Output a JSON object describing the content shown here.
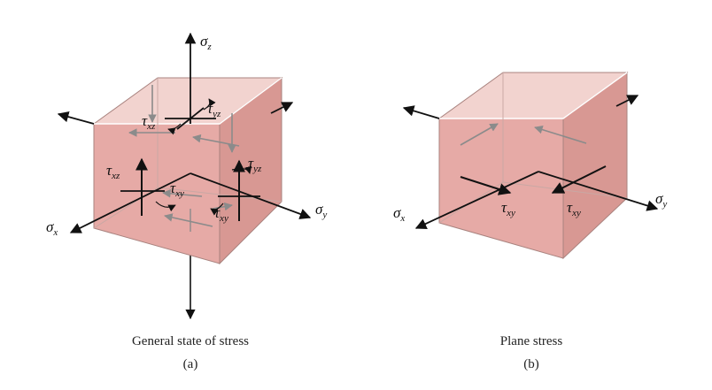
{
  "panel_a": {
    "caption": "General state of stress",
    "label": "(a)",
    "symbols": {
      "sigma_z": {
        "main": "σ",
        "sub": "z"
      },
      "sigma_y": {
        "main": "σ",
        "sub": "y"
      },
      "sigma_x": {
        "main": "σ",
        "sub": "x"
      },
      "tau_xz_top": {
        "main": "τ",
        "sub": "xz"
      },
      "tau_yz_top": {
        "main": "τ",
        "sub": "yz"
      },
      "tau_xz_front": {
        "main": "τ",
        "sub": "xz"
      },
      "tau_yz_right": {
        "main": "τ",
        "sub": "yz"
      },
      "tau_xy_front": {
        "main": "τ",
        "sub": "xy"
      },
      "tau_xy_right": {
        "main": "τ",
        "sub": "xy"
      }
    }
  },
  "panel_b": {
    "caption": "Plane stress",
    "label": "(b)",
    "symbols": {
      "sigma_x": {
        "main": "σ",
        "sub": "x"
      },
      "sigma_y": {
        "main": "σ",
        "sub": "y"
      },
      "tau_xy_front": {
        "main": "τ",
        "sub": "xy"
      },
      "tau_xy_right": {
        "main": "τ",
        "sub": "xy"
      }
    }
  },
  "colors": {
    "cube_top": "#f2d3cf",
    "cube_front": "#e6aaa6",
    "cube_right": "#d89893",
    "edge": "#a9837f",
    "arrow": "#111111",
    "hidden_arrow": "#8b8b8b"
  }
}
